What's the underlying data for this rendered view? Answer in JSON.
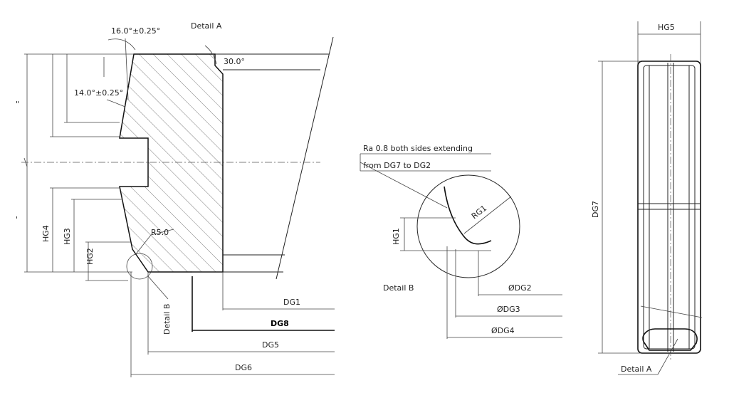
{
  "labels": {
    "angle_top": "16.0°±0.25°",
    "angle_mid": "14.0°±0.25°",
    "detail_a_title": "Detail A",
    "angle_30": "30.0°",
    "radius_r5": "R5.0",
    "detail_b_callout": "Detail B",
    "hg4": "HG4",
    "hg3": "HG3",
    "hg2": "HG2",
    "dg1": "DG1",
    "dg8": "DG8",
    "dg5": "DG5",
    "dg6": "DG6",
    "note_line1": "Ra 0.8 both sides extending",
    "note_line2": "from DG7 to DG2",
    "hg1": "HG1",
    "rg1": "RG1",
    "detail_b_title": "Detail B",
    "dg2": "ØDG2",
    "dg3": "ØDG3",
    "dg4": "ØDG4",
    "hg5": "HG5",
    "dg7": "DG7",
    "detail_a_callout": "Detail A"
  }
}
